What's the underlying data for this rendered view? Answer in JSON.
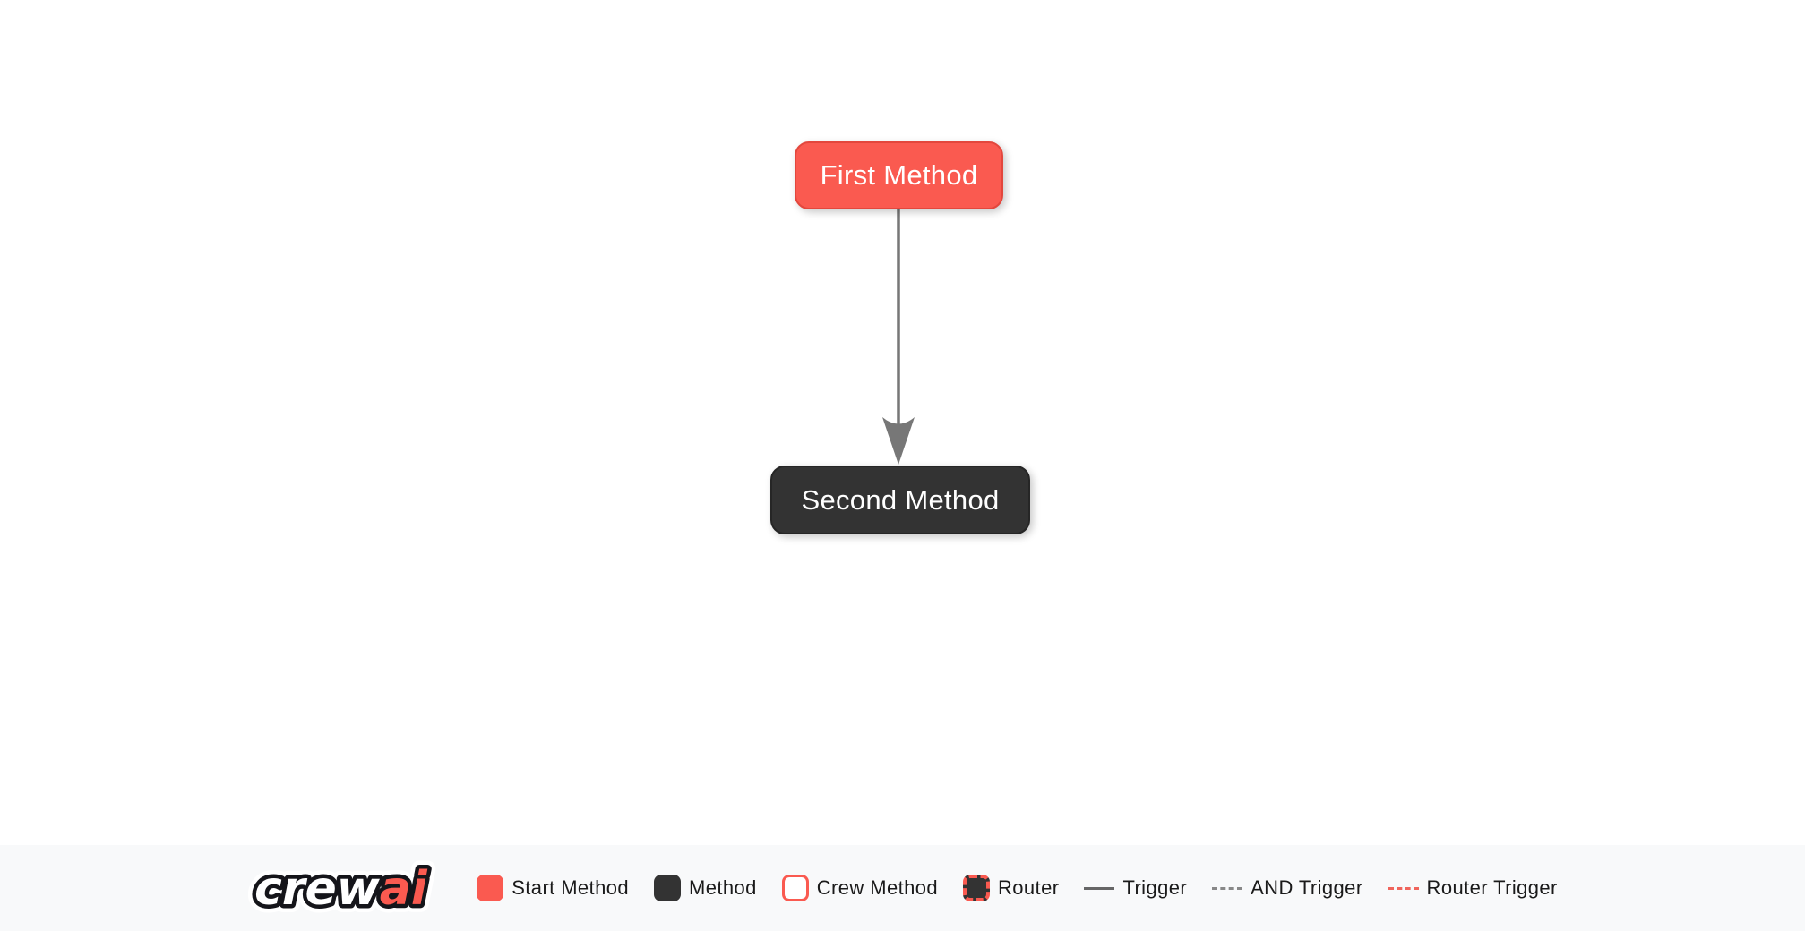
{
  "nodes": [
    {
      "label": "First Method",
      "type": "start"
    },
    {
      "label": "Second Method",
      "type": "method"
    }
  ],
  "edges": [
    {
      "from": "First Method",
      "to": "Second Method",
      "type": "trigger"
    }
  ],
  "legend": {
    "logo": {
      "full": "crewai",
      "crew": "crew",
      "ai": "ai"
    },
    "items": [
      {
        "label": "Start Method",
        "swatch": "start-method"
      },
      {
        "label": "Method",
        "swatch": "method"
      },
      {
        "label": "Crew Method",
        "swatch": "crew-method"
      },
      {
        "label": "Router",
        "swatch": "router"
      },
      {
        "label": "Trigger",
        "swatch": "trigger-line-solid-gray"
      },
      {
        "label": "AND Trigger",
        "swatch": "and-trigger-line-dashed-gray"
      },
      {
        "label": "Router Trigger",
        "swatch": "router-trigger-line-dashed-red"
      }
    ]
  },
  "colors": {
    "red": "#FA5A50",
    "red-border": "#E3473D",
    "dark": "#333333",
    "dark-border": "#262626",
    "edge": "#777777",
    "legend-bg": "#F8F9FA",
    "legend-text": "#1A1A1A",
    "node-text": "#FFFFFF",
    "canvas-bg": "#FFFFFF",
    "logo-outline": "#15151A"
  }
}
